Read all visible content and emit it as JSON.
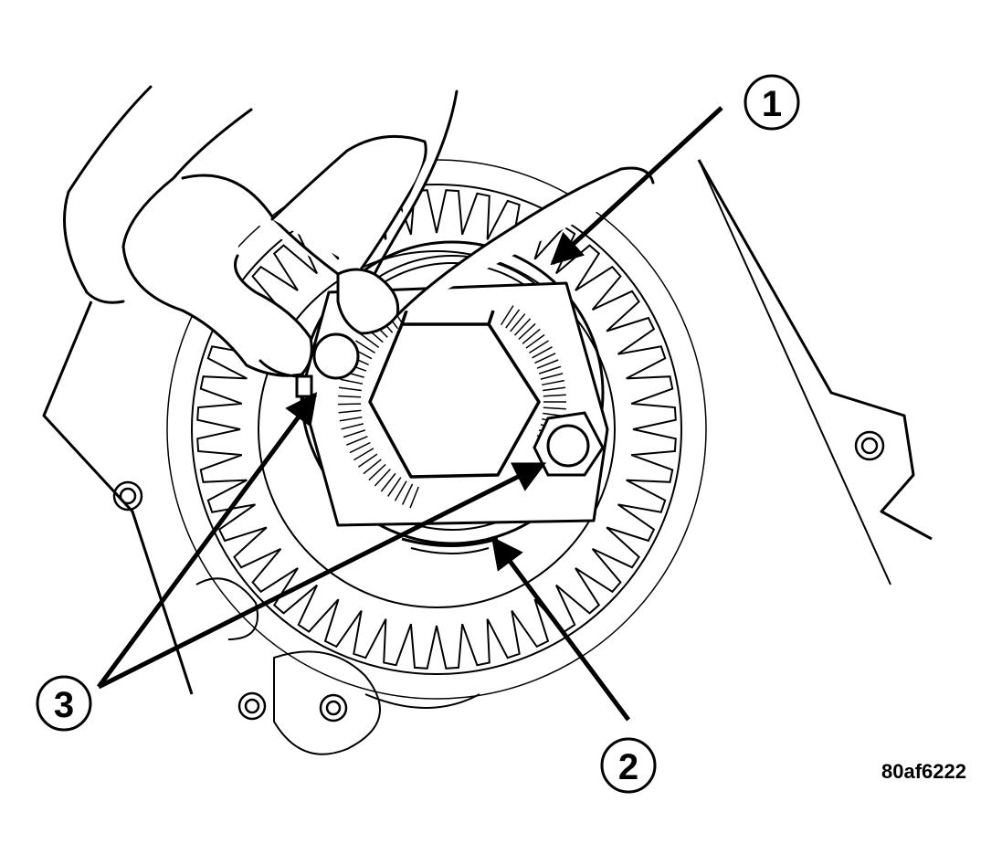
{
  "figure": {
    "id_label": "80af6222",
    "callouts": [
      {
        "label": "1"
      },
      {
        "label": "2"
      },
      {
        "label": "3"
      }
    ]
  },
  "colors": {
    "ink": "#000000",
    "paper": "#ffffff"
  }
}
